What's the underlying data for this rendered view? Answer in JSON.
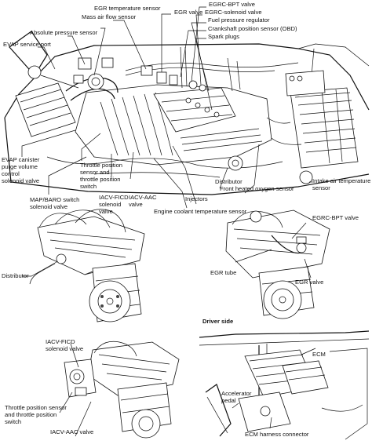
{
  "top_view": {
    "labels": {
      "egr_temp_sensor": "EGR temperature sensor",
      "mass_air_flow_sensor": "Mass air flow sensor",
      "absolute_pressure_sensor": "Absolute pressure sensor",
      "evap_service_port": "EVAP service port",
      "egr_valve": "EGR valve",
      "egrc_bpt_valve": "EGRC-BPT valve",
      "egrc_solenoid_valve": "EGRC-solenoid valve",
      "fuel_pressure_regulator": "Fuel pressure regulator",
      "crankshaft_position_sensor": "Crankshaft position sensor (OBD)",
      "spark_plugs": "Spark plugs",
      "evap_canister_1": "EVAP canister",
      "evap_canister_2": "purge volume",
      "evap_canister_3": "control",
      "evap_canister_4": "solenoid valve",
      "map_baro_1": "MAP/BARO switch",
      "map_baro_2": "solenoid valve",
      "throttle_position_1": "Throttle position",
      "throttle_position_2": "sensor and",
      "throttle_position_3": "throttle position",
      "throttle_position_4": "switch",
      "iacv_ficd_1": "IACV-FICD",
      "iacv_ficd_2": "solenoid",
      "iacv_ficd_3": "valve",
      "iacv_aac_1": "IACV-AAC",
      "iacv_aac_2": "valve",
      "injectors": "Injectors",
      "distributor": "Distributor",
      "front_heated_o2": "Front heated oxygen sensor",
      "intake_air_temp_1": "Intake air temperature",
      "intake_air_temp_2": "sensor",
      "engine_coolant_temp": "Engine coolant temperature sensor"
    }
  },
  "distributor_view": {
    "distributor": "Distributor"
  },
  "egr_view": {
    "egrc_bpt_valve": "EGRC-BPT valve",
    "egr_tube": "EGR tube",
    "egr_valve": "EGR valve"
  },
  "throttle_view": {
    "iacv_ficd_1": "IACV-FICD",
    "iacv_ficd_2": "solenoid valve",
    "throttle_position_1": "Throttle position sensor",
    "throttle_position_2": "and throttle position",
    "throttle_position_3": "switch",
    "iacv_aac": "IACV-AAC valve"
  },
  "ecm_view": {
    "driver_side": "Driver side",
    "ecm": "ECM",
    "accelerator_1": "Accelerator",
    "accelerator_2": "pedal",
    "ecm_harness": "ECM harness connector"
  }
}
